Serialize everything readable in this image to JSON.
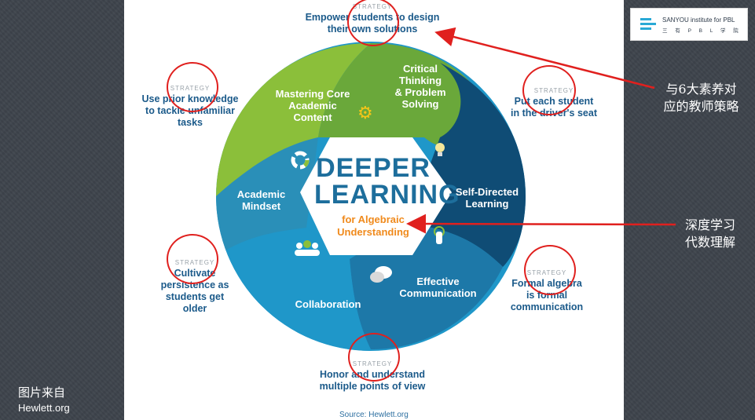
{
  "background": {
    "slide_bg": "#ffffff",
    "frame_bg": "#3d434b"
  },
  "logo": {
    "line1": "SANYOU institute for PBL",
    "line2": "三 有 P B L 学 院",
    "icon": "logo-bars-icon"
  },
  "center": {
    "title_line1": "DEEPER",
    "title_line2": "LEARNING",
    "subtitle_line1": "for Algebraic",
    "subtitle_line2": "Understanding"
  },
  "segments": [
    {
      "label_lines": [
        "Mastering Core",
        "Academic",
        "Content"
      ],
      "color": "#8bbf3a",
      "icon": "gears-icon"
    },
    {
      "label_lines": [
        "Critical",
        "Thinking",
        "& Problem",
        "Solving"
      ],
      "color": "#6aa83a",
      "icon": "lightbulb-icon"
    },
    {
      "label_lines": [
        "Self-Directed",
        "Learning"
      ],
      "color": "#0f4c75",
      "icon": "hand-pointer-icon"
    },
    {
      "label_lines": [
        "Effective",
        "Communication"
      ],
      "color": "#1d78a8",
      "icon": "speech-bubbles-icon"
    },
    {
      "label_lines": [
        "Collaboration"
      ],
      "color": "#1f97c9",
      "icon": "people-group-icon"
    },
    {
      "label_lines": [
        "Academic",
        "Mindset"
      ],
      "color": "#2a8fb8",
      "icon": "cycle-arrows-icon"
    }
  ],
  "strategies": [
    {
      "tag": "STRATEGY",
      "lines": [
        "Empower students to design",
        "their own solutions"
      ]
    },
    {
      "tag": "STRATEGY",
      "lines": [
        "Put each student",
        "in the driver's seat"
      ]
    },
    {
      "tag": "STRATEGY",
      "lines": [
        "Formal algebra",
        "is formal",
        "communication"
      ]
    },
    {
      "tag": "STRATEGY",
      "lines": [
        "Honor and understand",
        "multiple points of view"
      ]
    },
    {
      "tag": "STRATEGY",
      "lines": [
        "Cultivate",
        "persistence as",
        "students get",
        "older"
      ]
    },
    {
      "tag": "STRATEGY",
      "lines": [
        "Use prior knowledge",
        "to tackle unfamiliar",
        "tasks"
      ]
    }
  ],
  "annotations": {
    "label1_line1": "与6大素养对",
    "label1_line2": "应的教师策略",
    "label2_line1": "深度学习",
    "label2_line2": "代数理解",
    "arrow_color": "#e0201e"
  },
  "source": "Source: Hewlett.org",
  "caption": {
    "line1": "图片来自",
    "line2": "Hewlett.org"
  }
}
